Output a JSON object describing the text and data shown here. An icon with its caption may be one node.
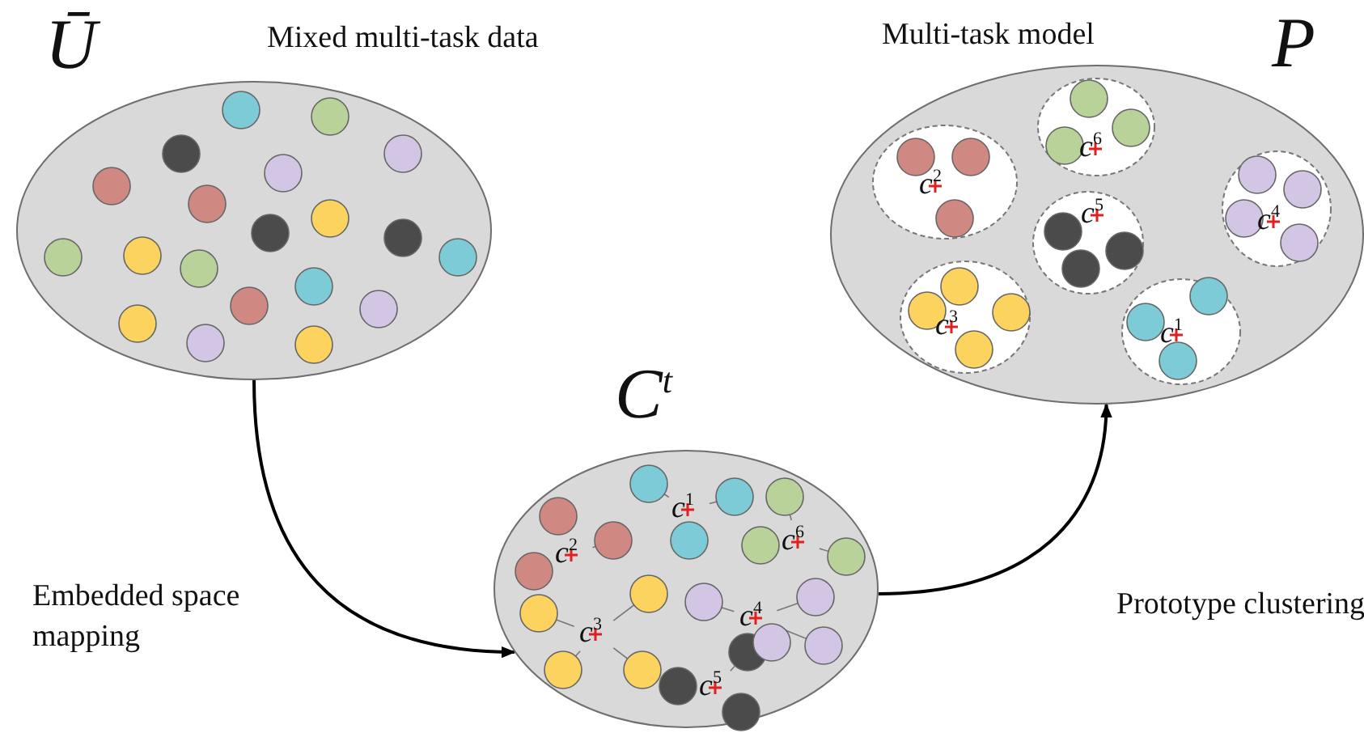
{
  "diagram": {
    "nodes": [
      {
        "text": [
          "Ū",
          "Mixed multi-task data"
        ]
      },
      {
        "text": [
          "Multi-task model",
          "P"
        ]
      },
      {
        "text": [
          "c$^{2}$"
        ],
        "in": 1
      },
      {
        "text": [
          "c$^{6}$"
        ],
        "in": 1
      },
      {
        "text": [
          "c$^{4}$"
        ],
        "in": 1
      },
      {
        "text": [
          "c$^{5}$"
        ],
        "in": 1
      },
      {
        "text": [
          "c$^{3}$"
        ],
        "in": 1
      },
      {
        "text": [
          "c$^{1}$"
        ],
        "in": 1
      },
      {
        "text": [
          "C$^{t}$"
        ]
      },
      {
        "text": [
          "c$^{1}$"
        ],
        "in": 8
      },
      {
        "text": [
          "c$^{2}$"
        ],
        "in": 8
      },
      {
        "text": [
          "c$^{6}$"
        ],
        "in": 8
      },
      {
        "text": [
          "c$^{3}$"
        ],
        "in": 8
      },
      {
        "text": [
          "c$^{4}$"
        ],
        "in": 8
      },
      {
        "text": [
          "c$^{5}$"
        ],
        "in": 8
      }
    ],
    "edges": [
      {
        "from": 0,
        "to": 8,
        "arrow": "to",
        "label": "Embedded space mapping"
      },
      {
        "from": 8,
        "to": 1,
        "arrow": "to",
        "label": "Prototype clustering"
      }
    ]
  }
}
